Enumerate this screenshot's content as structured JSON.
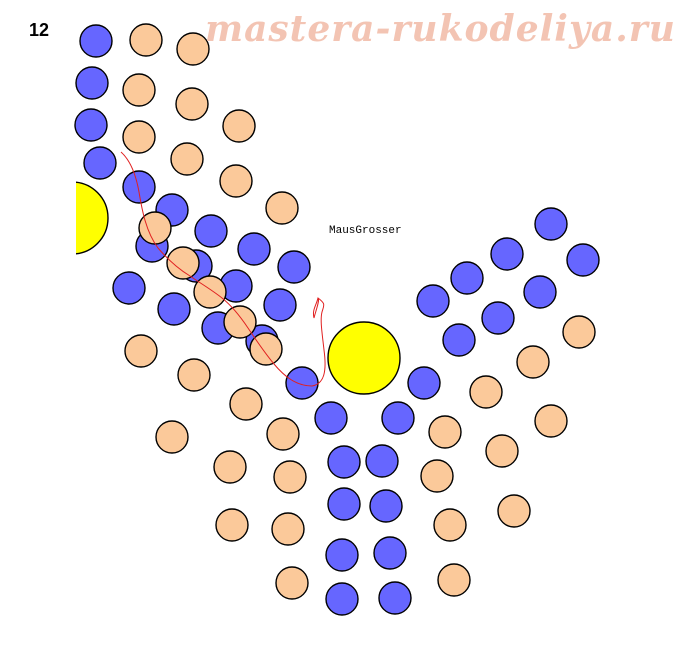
{
  "step_number": "12",
  "watermark": "mastera-rukodeliya.ru",
  "caption": "MausGrosser",
  "colors": {
    "blue_bead": "#6666ff",
    "peach_bead": "#fbc99a",
    "yellow_bead": "#ffff00",
    "outline": "#000000",
    "thread": "#e02020",
    "watermark": "#f3c4b3"
  },
  "icons": [
    "blue-bead-icon",
    "peach-bead-icon",
    "yellow-bead-icon",
    "thread-path-icon"
  ]
}
